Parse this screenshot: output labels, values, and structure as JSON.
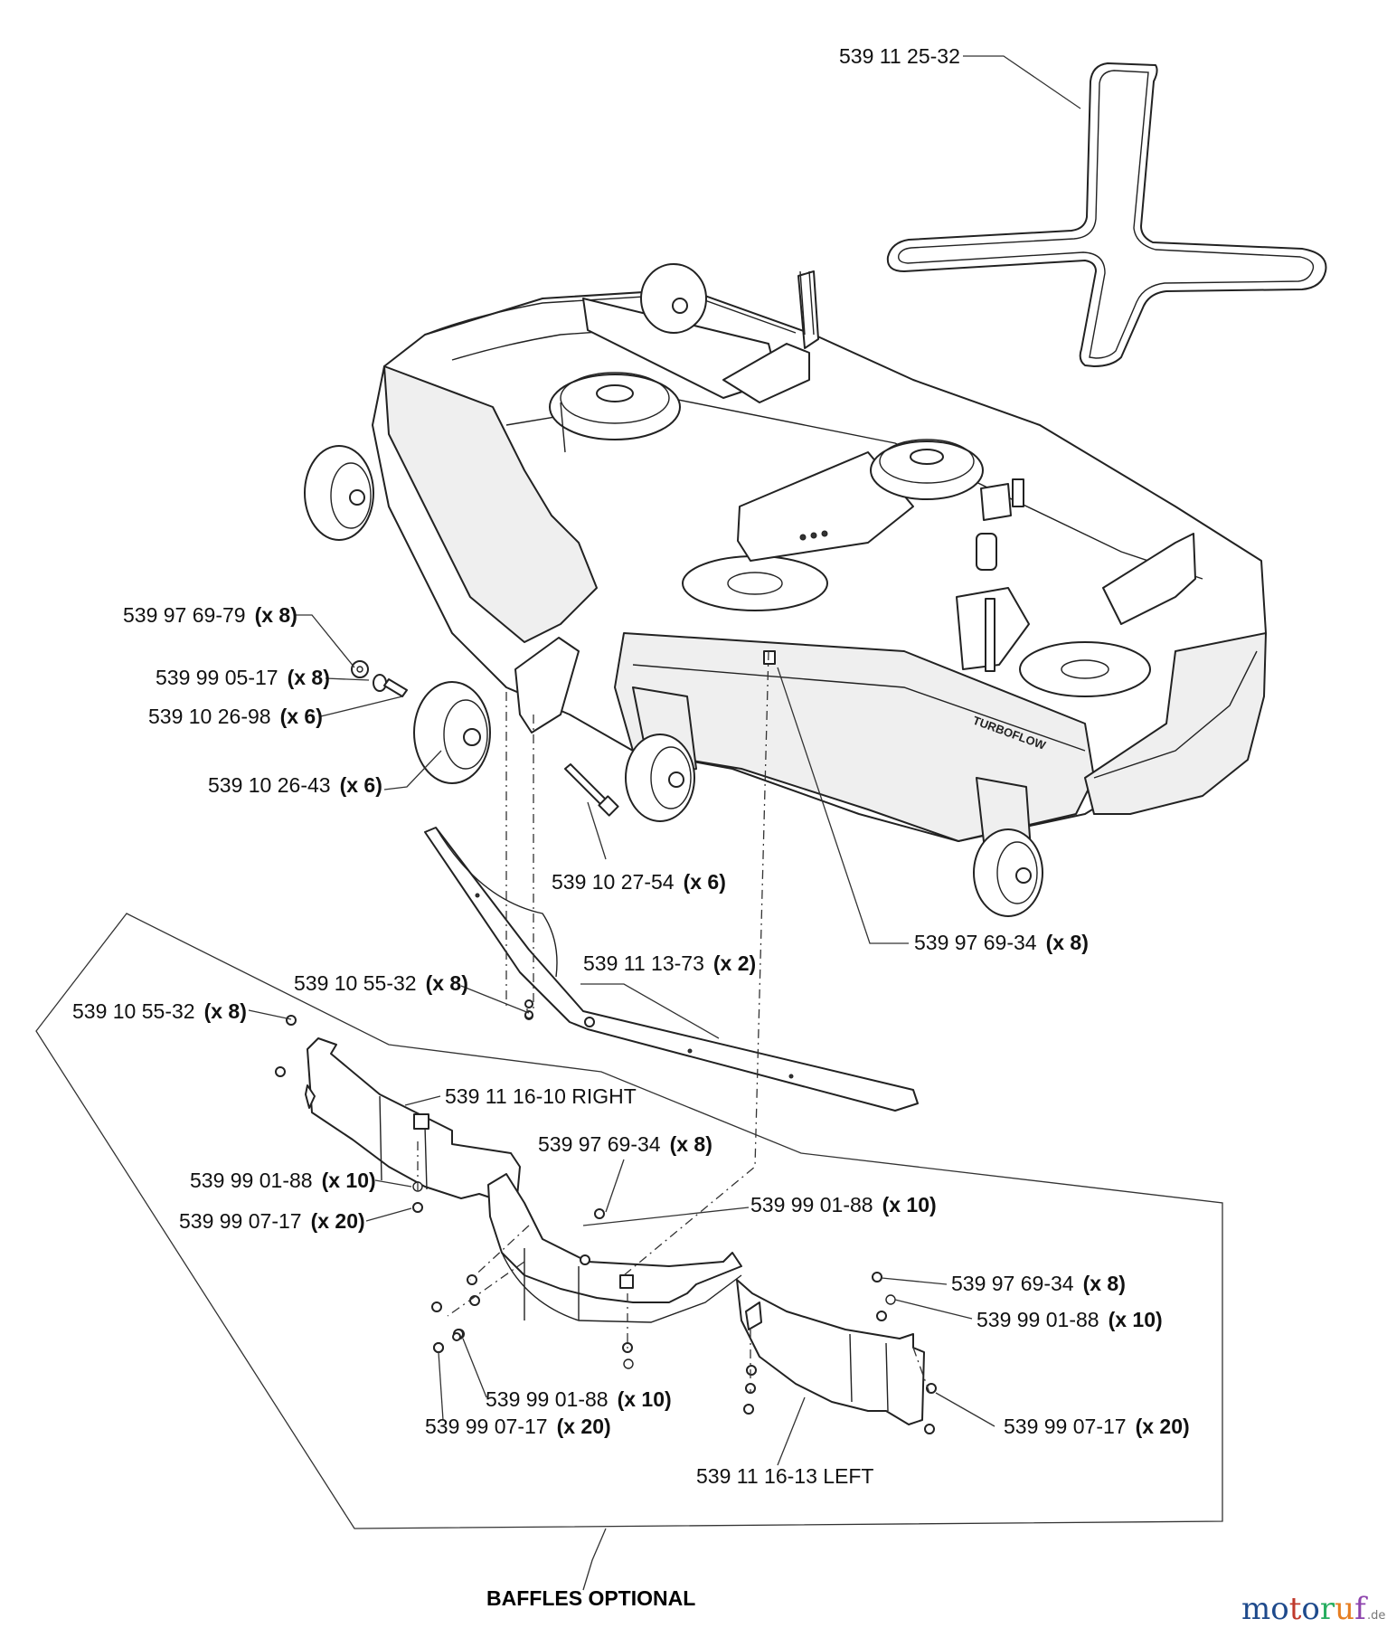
{
  "labels": [
    {
      "id": "belt",
      "part": "539 11 25-32",
      "qty": ""
    },
    {
      "id": "nut-wheel",
      "part": "539 97 69-79",
      "qty": "(x 8)"
    },
    {
      "id": "washer-wheel",
      "part": "539 99 05-17",
      "qty": "(x 8)"
    },
    {
      "id": "spacer-wheel",
      "part": "539 10 26-98",
      "qty": "(x 6)"
    },
    {
      "id": "wheel",
      "part": "539 10 26-43",
      "qty": "(x 6)"
    },
    {
      "id": "bolt-wheel",
      "part": "539 10 27-54",
      "qty": "(x 6)"
    },
    {
      "id": "nut-deck",
      "part": "539 97 69-34",
      "qty": "(x 8)"
    },
    {
      "id": "bracket",
      "part": "539 11 13-73",
      "qty": "(x 2)"
    },
    {
      "id": "bolt-bracket",
      "part": "539 10 55-32",
      "qty": "(x 8)"
    },
    {
      "id": "bolt-baffle",
      "part": "539 10 55-32",
      "qty": "(x 8)"
    },
    {
      "id": "baffle-right",
      "part": "539 11 16-10 RIGHT",
      "qty": ""
    },
    {
      "id": "nut-baffle-center",
      "part": "539 97 69-34",
      "qty": "(x 8)"
    },
    {
      "id": "washer-right",
      "part": "539 99 01-88",
      "qty": "(x 10)"
    },
    {
      "id": "nut-right",
      "part": "539 99 07-17",
      "qty": "(x 20)"
    },
    {
      "id": "washer-center",
      "part": "539 99 01-88",
      "qty": "(x 10)"
    },
    {
      "id": "nut-baffle-left",
      "part": "539 97 69-34",
      "qty": "(x 8)"
    },
    {
      "id": "washer-left",
      "part": "539 99 01-88",
      "qty": "(x 10)"
    },
    {
      "id": "washer-bottom",
      "part": "539 99 01-88",
      "qty": "(x 10)"
    },
    {
      "id": "nut-bottom",
      "part": "539 99 07-17",
      "qty": "(x 20)"
    },
    {
      "id": "nut-left",
      "part": "539 99 07-17",
      "qty": "(x 20)"
    },
    {
      "id": "baffle-left",
      "part": "539 11 16-13 LEFT",
      "qty": ""
    }
  ],
  "caption": "BAFFLES OPTIONAL",
  "deck_decal": "TURBOFLOW",
  "watermark": {
    "brand": "motoruf",
    "suffix": ".de"
  },
  "colors": {
    "line": "#222222",
    "background": "#ffffff"
  }
}
